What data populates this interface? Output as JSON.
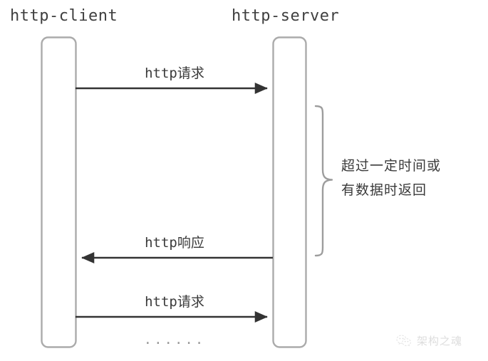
{
  "diagram": {
    "type": "uml-sequence-diagram",
    "background_color": "#ffffff",
    "line_color": "#333333",
    "box_border_color": "#aaaaaa",
    "text_color": "#3a3a3a",
    "participants": [
      {
        "id": "client",
        "label": "http-client"
      },
      {
        "id": "server",
        "label": "http-server"
      }
    ],
    "messages": [
      {
        "id": "msg1",
        "label": "http请求",
        "direction": "right",
        "from": "client",
        "to": "server"
      },
      {
        "id": "msg2",
        "label": "http响应",
        "direction": "left",
        "from": "server",
        "to": "client"
      },
      {
        "id": "msg3",
        "label": "http请求",
        "direction": "right",
        "from": "client",
        "to": "server"
      }
    ],
    "continuation": "......",
    "note": {
      "lines": [
        "超过一定时间或",
        "有数据时返回"
      ],
      "brace": "right-curly-brace"
    }
  },
  "watermark": {
    "icon": "wechat-icon",
    "text": "架构之魂",
    "color": "#c3c3c3"
  }
}
